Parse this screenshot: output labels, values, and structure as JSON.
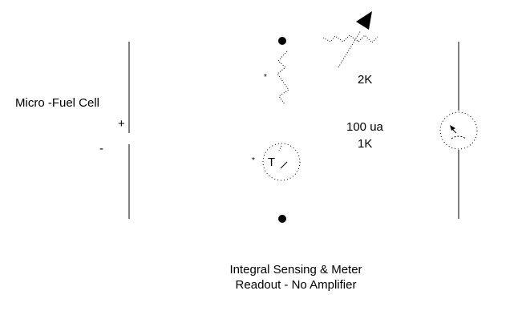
{
  "labels": {
    "cell": "Micro -Fuel Cell",
    "plus": "+",
    "minus": "-",
    "asterisk_resistor": "*",
    "asterisk_thermistor": "*",
    "thermistor_letter": "T",
    "pot_value": "2K",
    "meter_value": "100 ua",
    "resistor_value": "1K",
    "caption_line1": "Integral Sensing & Meter",
    "caption_line2": "Readout - No Amplifier"
  },
  "colors": {
    "ink": "#000000",
    "background": "#ffffff"
  }
}
